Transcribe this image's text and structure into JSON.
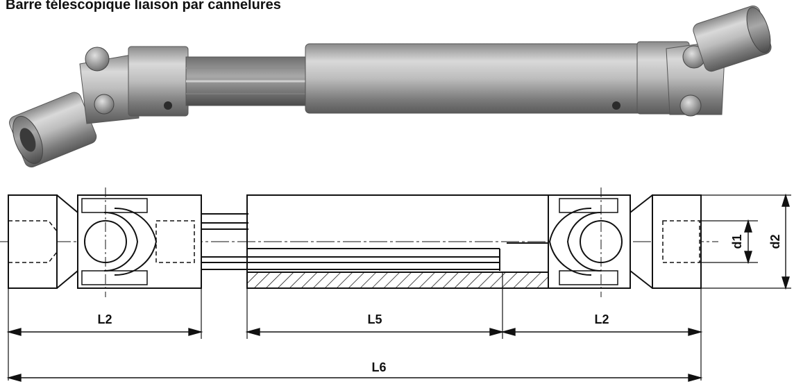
{
  "title": "Barre télescopique liaison par cannelures",
  "labels": {
    "l2_left": "L2",
    "l5": "L5",
    "l2_right": "L2",
    "l6": "L6",
    "d1": "d1",
    "d2": "d2"
  }
}
